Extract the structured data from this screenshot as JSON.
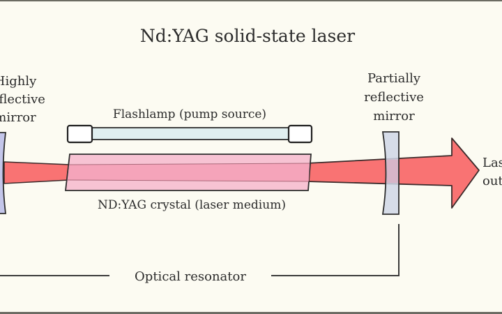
{
  "title": "Nd:YAG solid-state laser",
  "labels": {
    "left_mirror": [
      "Highly",
      "reflective",
      "mirror"
    ],
    "right_mirror": [
      "Partially",
      "reflective",
      "mirror"
    ],
    "flashlamp": "Flashlamp (pump source)",
    "crystal": "ND:YAG crystal (laser medium)",
    "resonator": "Optical resonator",
    "output": [
      "Laser",
      "output"
    ]
  },
  "colors": {
    "background": "#fcfbf2",
    "beam": "#f97373",
    "crystal_fill": "#f7c3d3",
    "crystal_core": "#f59fb5",
    "flashlamp_tube": "#e0eff0",
    "mirror_fill": "#cfd6e6",
    "mirror_left_fill": "#c4c6ea",
    "outline": "#2d2d2d"
  }
}
